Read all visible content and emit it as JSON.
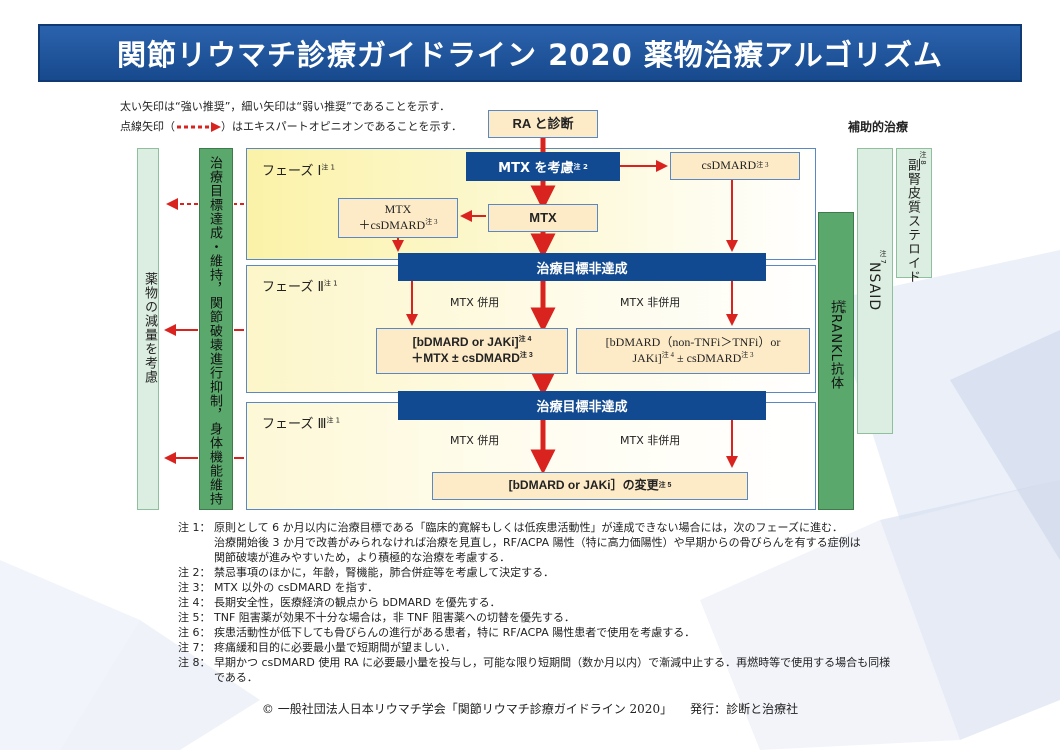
{
  "title": "関節リウマチ診療ガイドライン 2020 薬物治療アルゴリズム",
  "legend": {
    "line1": "太い矢印は“強い推奨”，細い矢印は“弱い推奨”であることを示す．",
    "line2_prefix": "点線矢印（",
    "line2_suffix": "）はエキスパートオピニオンであることを示す．"
  },
  "start": "RA と診断",
  "adjunct_header": "補助的治療",
  "phases": [
    {
      "label": "フェーズ Ⅰ",
      "note": "注 1"
    },
    {
      "label": "フェーズ Ⅱ",
      "note": "注 1"
    },
    {
      "label": "フェーズ Ⅲ",
      "note": "注 1"
    }
  ],
  "nodes": {
    "mtx_consider": {
      "text": "MTX を考慮",
      "note": "注 2"
    },
    "csdmard": {
      "text": "csDMARD",
      "note": "注 3"
    },
    "mtx": {
      "text": "MTX"
    },
    "mtx_csdmard": {
      "line1": "MTX",
      "line2": "＋csDMARD",
      "note": "注 3"
    },
    "not_achieved_1": "治療目標非達成",
    "not_achieved_2": "治療目標非達成",
    "mtx_with_2": "MTX 併用",
    "mtx_without_2": "MTX 非併用",
    "phase2_left": {
      "line1": "[bDMARD or JAKi]",
      "note1": "注 4",
      "line2": "＋MTX ± csDMARD",
      "note2": "注 3"
    },
    "phase2_right": {
      "line1": "[bDMARD（non-TNFi＞TNFi）or",
      "line2": "JAKi]",
      "note1": "注 4",
      "line2b": " ± csDMARD",
      "note2": "注 3"
    },
    "mtx_with_3": "MTX 併用",
    "mtx_without_3": "MTX 非併用",
    "phase3": {
      "text": "[bDMARD or JAKi］の変更",
      "note": "注 5"
    }
  },
  "side": {
    "reduce": "薬物の減量を考慮",
    "goal": "治療目標達成・維持，関節破壊進行抑制，身体機能維持",
    "rankl": "抗RANKL抗体",
    "rankl_note": "注 6",
    "nsaid": "NSAID",
    "nsaid_note": "注 7",
    "steroid": "副腎皮質ステロイド",
    "steroid_note": "注 8"
  },
  "notes": [
    {
      "label": "注 1：",
      "lines": [
        "原則として 6 か月以内に治療目標である「臨床的寛解もしくは低疾患活動性」が達成できない場合には，次のフェーズに進む．",
        "治療開始後 3 か月で改善がみられなければ治療を見直し，RF/ACPA 陽性（特に高力価陽性）や早期からの骨びらんを有する症例は",
        "関節破壊が進みやすいため，より積極的な治療を考慮する．"
      ]
    },
    {
      "label": "注 2：",
      "lines": [
        "禁忌事項のほかに，年齢，腎機能，肺合併症等を考慮して決定する．"
      ]
    },
    {
      "label": "注 3：",
      "lines": [
        "MTX 以外の csDMARD を指す．"
      ]
    },
    {
      "label": "注 4：",
      "lines": [
        "長期安全性，医療経済の観点から bDMARD を優先する．"
      ]
    },
    {
      "label": "注 5：",
      "lines": [
        "TNF 阻害薬が効果不十分な場合は，非 TNF 阻害薬への切替を優先する．"
      ]
    },
    {
      "label": "注 6：",
      "lines": [
        "疾患活動性が低下しても骨びらんの進行がある患者，特に RF/ACPA 陽性患者で使用を考慮する．"
      ]
    },
    {
      "label": "注 7：",
      "lines": [
        "疼痛緩和目的に必要最小量で短期間が望ましい．"
      ]
    },
    {
      "label": "注 8：",
      "lines": [
        "早期かつ csDMARD 使用 RA に必要最小量を投与し，可能な限り短期間（数か月以内）で漸減中止する．再燃時等で使用する場合も同様",
        "である．"
      ]
    }
  ],
  "footer": "© 一般社団法人日本リウマチ学会「関節リウマチ診療ガイドライン 2020」　　発行：診断と治療社",
  "colors": {
    "title_bg": "#1d4f94",
    "arrow": "#d9231f",
    "blue_bar": "#114a91",
    "box": "#fdebc8",
    "green": "#5aa86c",
    "light_green": "#dceee1"
  }
}
